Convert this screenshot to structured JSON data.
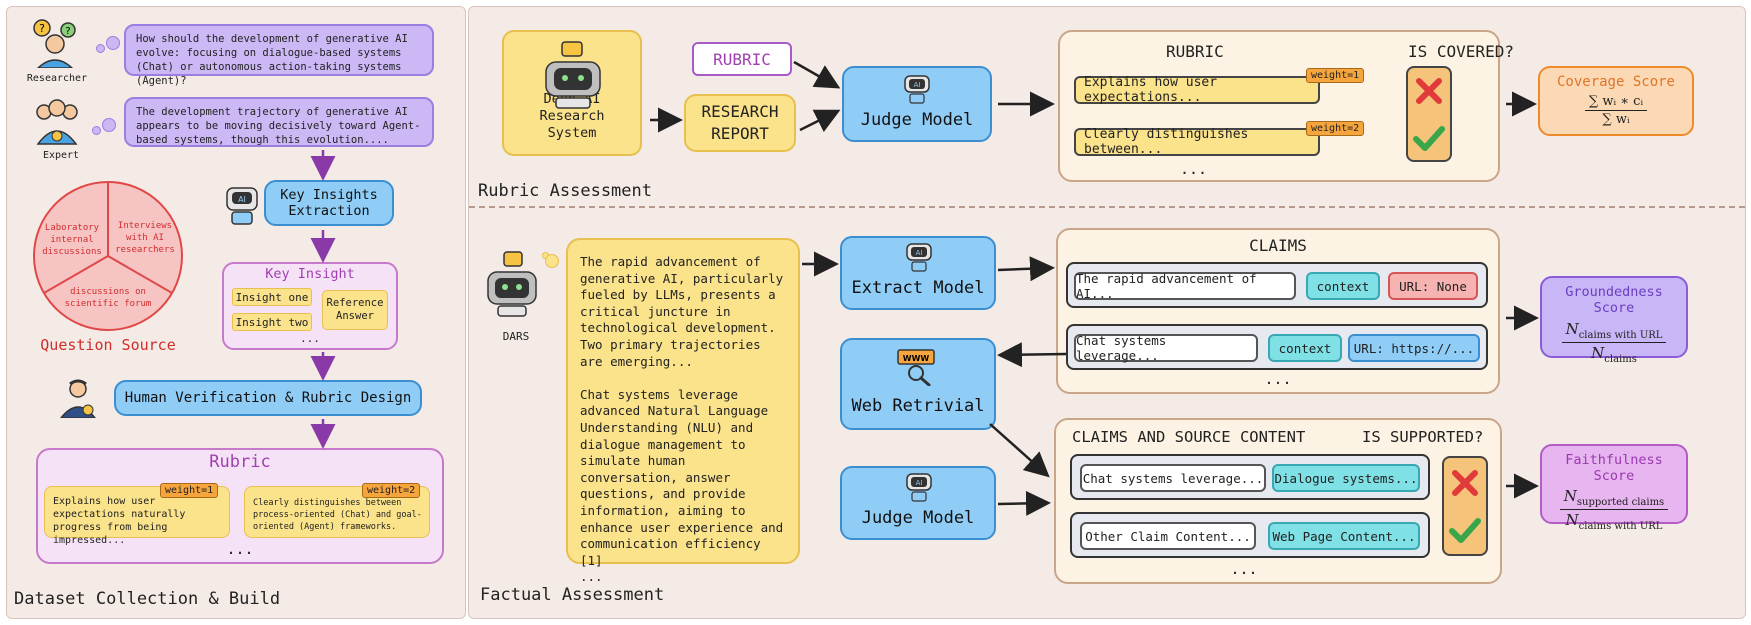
{
  "left": {
    "section_title": "Dataset Collection & Build",
    "researcher_label": "Researcher",
    "expert_label": "Expert",
    "question_text": "How should the development of generative AI evolve: focusing on dialogue-based systems (Chat) or autonomous action-taking systems (Agent)?",
    "answer_text": "The development trajectory of generative AI appears to be moving decisively toward Agent-based systems, though this evolution....",
    "question_source": {
      "title": "Question Source",
      "slices": [
        "Laboratory internal discussions",
        "Interviews with AI researchers",
        "discussions on scientific forum"
      ]
    },
    "ai_badge": "AI",
    "key_insights_extraction": "Key Insights Extraction",
    "key_insight": {
      "title": "Key Insight",
      "items": [
        "Insight one",
        "Insight two"
      ],
      "reference": "Reference Answer",
      "ellipsis": "..."
    },
    "human_verification": "Human Verification & Rubric Design",
    "rubric": {
      "title": "Rubric",
      "items": [
        {
          "text": "Explains how user expectations naturally progress from being impressed...",
          "weight": "weight=1"
        },
        {
          "text": "Clearly distinguishes between process-oriented (Chat) and goal-oriented (Agent) frameworks.",
          "weight": "weight=2"
        }
      ],
      "ellipsis": "..."
    }
  },
  "top": {
    "section_title": "Rubric Assessment",
    "deep_ai": "Deep AI Research System",
    "rubric_tag": "RUBRIC",
    "research_report": "RESEARCH REPORT",
    "judge_model": "Judge Model",
    "rubric_header": "RUBRIC",
    "covered_header": "IS COVERED?",
    "rubric_items": [
      {
        "text": "Explains how user expectations...",
        "weight": "weight=1"
      },
      {
        "text": "Clearly distinguishes between...",
        "weight": "weight=2"
      }
    ],
    "ellipsis": "...",
    "coverage_title": "Coverage Score",
    "coverage_num": "∑ wᵢ ∗ cᵢ",
    "coverage_den": "∑ wᵢ"
  },
  "bottom": {
    "section_title": "Factual Assessment",
    "dars_label": "DARS",
    "report_text": "The rapid advancement of generative AI, particularly fueled by LLMs, presents a critical juncture in technological development. Two primary trajectories are emerging...\n\nChat systems leverage advanced Natural Language Understanding (NLU) and dialogue management to simulate human conversation, answer questions, and provide information, aiming to enhance user experience and communication efficiency [1]\n...",
    "extract_model": "Extract Model",
    "web_retrieval": "Web Retrivial",
    "www": "WWW",
    "judge_model": "Judge Model",
    "claims_header": "CLAIMS",
    "claims": [
      {
        "claim": "The rapid advancement of AI...",
        "context": "context",
        "url": "URL: None"
      },
      {
        "claim": "Chat systems leverage...",
        "context": "context",
        "url": "URL: https://..."
      }
    ],
    "claims_ellipsis": "...",
    "source_header": "CLAIMS AND SOURCE CONTENT",
    "supported_header": "IS SUPPORTED?",
    "source_rows": [
      {
        "claim": "Chat systems leverage...",
        "source": "Dialogue systems..."
      },
      {
        "claim": "Other Claim Content...",
        "source": "Web Page Content..."
      }
    ],
    "source_ellipsis": "...",
    "groundedness_title": "Groundedness Score",
    "groundedness_num": "N",
    "groundedness_num_sub": "claims with URL",
    "groundedness_den": "N",
    "groundedness_den_sub": "claims",
    "faithfulness_title": "Faithfulness Score",
    "faithfulness_num": "N",
    "faithfulness_num_sub": "supported claims",
    "faithfulness_den": "N",
    "faithfulness_den_sub": "claims with URL"
  },
  "colors": {
    "panel_bg": "#f4ebe7",
    "blue": "#8fcdf7",
    "yellow": "#fbe38c",
    "purple": "#cbb8f5",
    "orange": "#f6a43c",
    "red_circle": "#ef6a6a",
    "coverage": "#fcd9b5",
    "groundedness": "#c9b6f7",
    "faithfulness": "#e7b5ef"
  }
}
